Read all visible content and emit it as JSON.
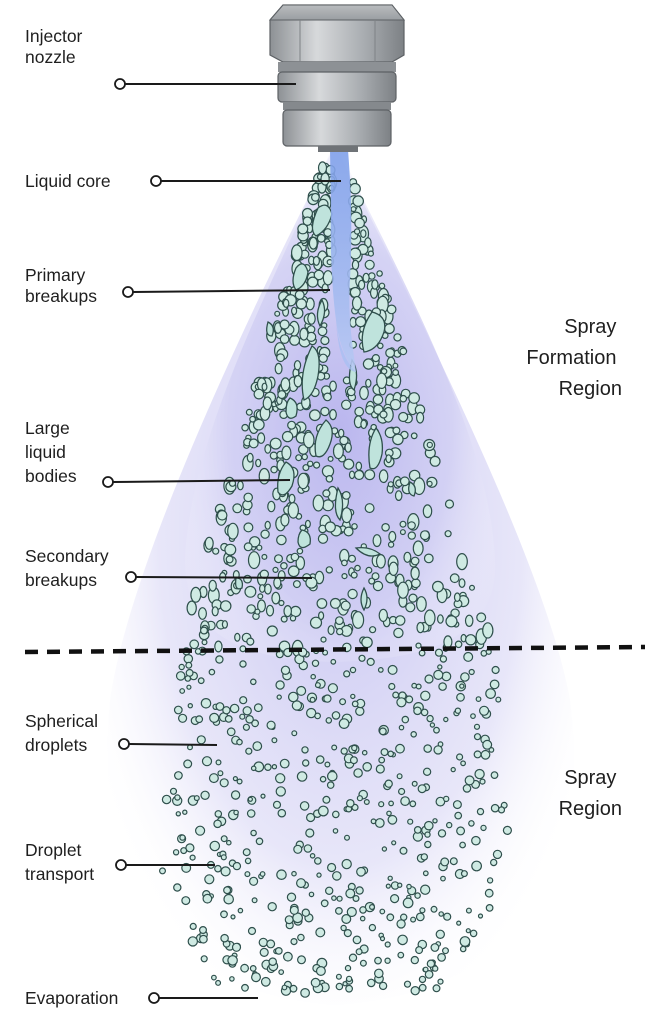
{
  "diagram": {
    "labels": [
      {
        "id": "injector-nozzle",
        "lines": [
          "Injector",
          "nozzle"
        ]
      },
      {
        "id": "liquid-core",
        "lines": [
          "Liquid core"
        ]
      },
      {
        "id": "primary-breakups",
        "lines": [
          "Primary",
          "breakups"
        ]
      },
      {
        "id": "large-liquid-bodies",
        "lines": [
          "Large",
          "liquid",
          "bodies"
        ]
      },
      {
        "id": "secondary-breakups",
        "lines": [
          "Secondary",
          "breakups"
        ]
      },
      {
        "id": "spherical-droplets",
        "lines": [
          "Spherical",
          "droplets"
        ]
      },
      {
        "id": "droplet-transport",
        "lines": [
          "Droplet",
          "transport"
        ]
      },
      {
        "id": "evaporation",
        "lines": [
          "Evaporation"
        ]
      }
    ],
    "regions": [
      {
        "id": "spray-formation-region",
        "lines": [
          "Spray",
          "Formation",
          "Region"
        ]
      },
      {
        "id": "spray-region",
        "lines": [
          "Spray",
          "Region"
        ]
      }
    ],
    "colors": {
      "spray_glow": "#c9c6ef",
      "liquid_core": "#8fb0ee",
      "droplet_fill": "#cfeae3",
      "droplet_stroke": "#2f4f4c",
      "nozzle_metal": "#9a9ea2"
    }
  }
}
